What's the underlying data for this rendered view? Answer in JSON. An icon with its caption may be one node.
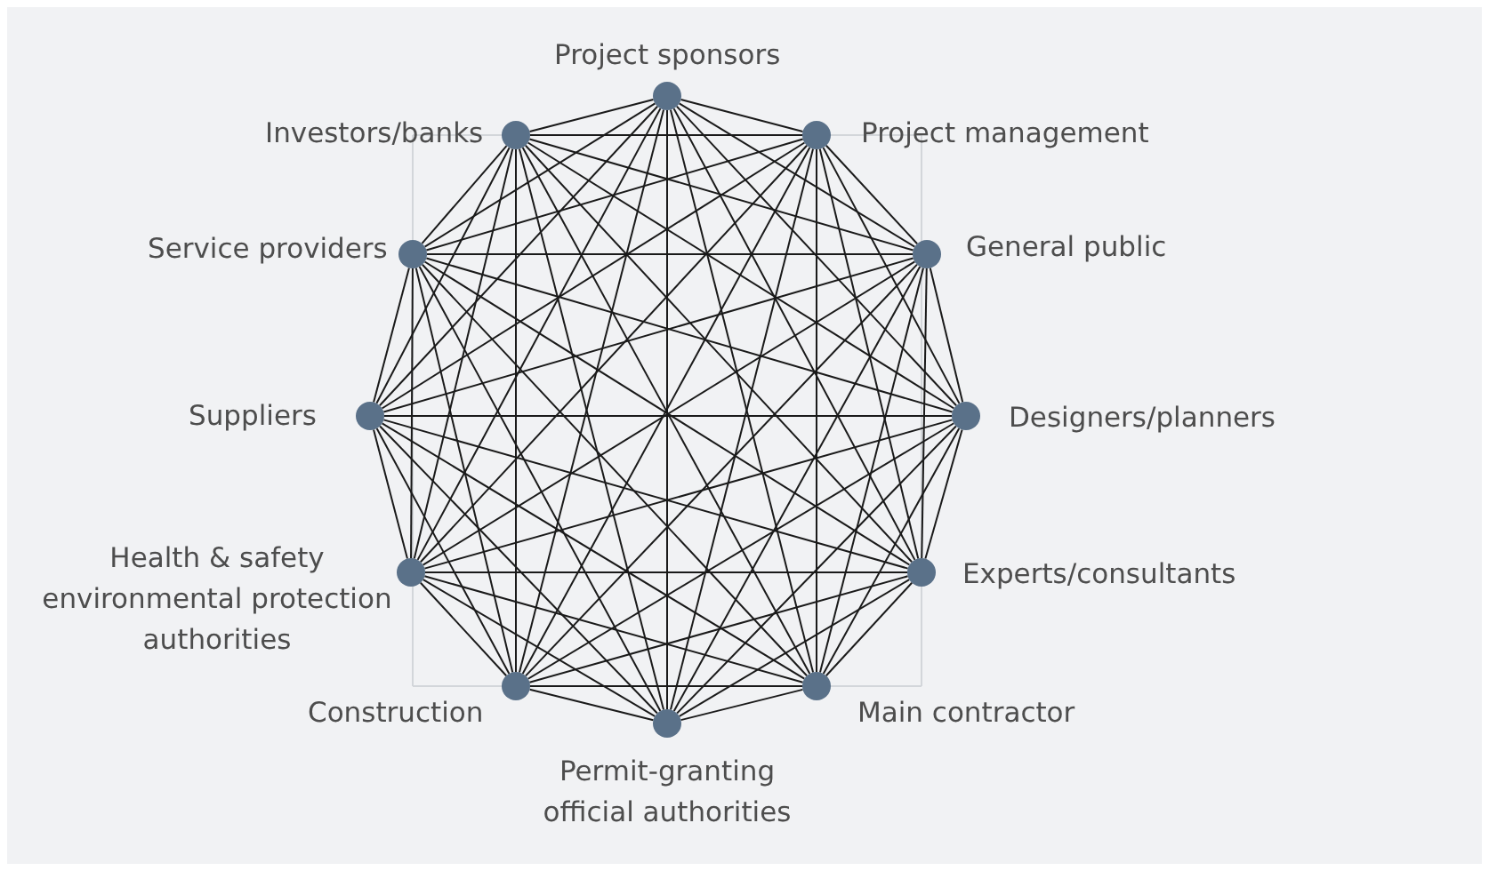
{
  "diagram": {
    "nodes": [
      {
        "text": [],
        "shape": "circle",
        "beside": [
          "Project sponsors"
        ]
      },
      {
        "text": [],
        "shape": "circle",
        "beside": [
          "Project management"
        ]
      },
      {
        "text": [],
        "shape": "circle",
        "beside": [
          "General public"
        ]
      },
      {
        "text": [],
        "shape": "circle",
        "beside": [
          "Designers/planners"
        ]
      },
      {
        "text": [],
        "shape": "circle",
        "beside": [
          "Experts/consultants"
        ]
      },
      {
        "text": [],
        "shape": "circle",
        "beside": [
          "Main contractor"
        ]
      },
      {
        "text": [],
        "shape": "circle",
        "beside": [
          "Permit-granting official authorities"
        ]
      },
      {
        "text": [],
        "shape": "circle",
        "beside": [
          "Construction"
        ]
      },
      {
        "text": [],
        "shape": "circle",
        "beside": [
          "Health & safety environmental protection authorities"
        ]
      },
      {
        "text": [],
        "shape": "circle",
        "beside": [
          "Suppliers"
        ]
      },
      {
        "text": [],
        "shape": "circle",
        "beside": [
          "Service providers"
        ]
      },
      {
        "text": [],
        "shape": "circle",
        "beside": [
          "Investors/banks"
        ]
      }
    ],
    "edges": [
      {
        "from": 0,
        "to": 1,
        "arrow": "none"
      },
      {
        "from": 0,
        "to": 2,
        "arrow": "none"
      },
      {
        "from": 0,
        "to": 3,
        "arrow": "none"
      },
      {
        "from": 0,
        "to": 4,
        "arrow": "none"
      },
      {
        "from": 0,
        "to": 5,
        "arrow": "none"
      },
      {
        "from": 0,
        "to": 6,
        "arrow": "none"
      },
      {
        "from": 0,
        "to": 7,
        "arrow": "none"
      },
      {
        "from": 0,
        "to": 8,
        "arrow": "none"
      },
      {
        "from": 0,
        "to": 9,
        "arrow": "none"
      },
      {
        "from": 0,
        "to": 10,
        "arrow": "none"
      },
      {
        "from": 0,
        "to": 11,
        "arrow": "none"
      },
      {
        "from": 1,
        "to": 2,
        "arrow": "none"
      },
      {
        "from": 1,
        "to": 3,
        "arrow": "none"
      },
      {
        "from": 1,
        "to": 4,
        "arrow": "none"
      },
      {
        "from": 1,
        "to": 5,
        "arrow": "none"
      },
      {
        "from": 1,
        "to": 6,
        "arrow": "none"
      },
      {
        "from": 1,
        "to": 7,
        "arrow": "none"
      },
      {
        "from": 1,
        "to": 8,
        "arrow": "none"
      },
      {
        "from": 1,
        "to": 9,
        "arrow": "none"
      },
      {
        "from": 1,
        "to": 10,
        "arrow": "none"
      },
      {
        "from": 1,
        "to": 11,
        "arrow": "none"
      },
      {
        "from": 2,
        "to": 3,
        "arrow": "none"
      },
      {
        "from": 2,
        "to": 4,
        "arrow": "none"
      },
      {
        "from": 2,
        "to": 5,
        "arrow": "none"
      },
      {
        "from": 2,
        "to": 6,
        "arrow": "none"
      },
      {
        "from": 2,
        "to": 7,
        "arrow": "none"
      },
      {
        "from": 2,
        "to": 8,
        "arrow": "none"
      },
      {
        "from": 2,
        "to": 9,
        "arrow": "none"
      },
      {
        "from": 2,
        "to": 10,
        "arrow": "none"
      },
      {
        "from": 2,
        "to": 11,
        "arrow": "none"
      },
      {
        "from": 3,
        "to": 4,
        "arrow": "none"
      },
      {
        "from": 3,
        "to": 5,
        "arrow": "none"
      },
      {
        "from": 3,
        "to": 6,
        "arrow": "none"
      },
      {
        "from": 3,
        "to": 7,
        "arrow": "none"
      },
      {
        "from": 3,
        "to": 8,
        "arrow": "none"
      },
      {
        "from": 3,
        "to": 9,
        "arrow": "none"
      },
      {
        "from": 3,
        "to": 10,
        "arrow": "none"
      },
      {
        "from": 3,
        "to": 11,
        "arrow": "none"
      },
      {
        "from": 4,
        "to": 5,
        "arrow": "none"
      },
      {
        "from": 4,
        "to": 6,
        "arrow": "none"
      },
      {
        "from": 4,
        "to": 7,
        "arrow": "none"
      },
      {
        "from": 4,
        "to": 8,
        "arrow": "none"
      },
      {
        "from": 4,
        "to": 9,
        "arrow": "none"
      },
      {
        "from": 4,
        "to": 10,
        "arrow": "none"
      },
      {
        "from": 4,
        "to": 11,
        "arrow": "none"
      },
      {
        "from": 5,
        "to": 6,
        "arrow": "none"
      },
      {
        "from": 5,
        "to": 7,
        "arrow": "none"
      },
      {
        "from": 5,
        "to": 8,
        "arrow": "none"
      },
      {
        "from": 5,
        "to": 9,
        "arrow": "none"
      },
      {
        "from": 5,
        "to": 10,
        "arrow": "none"
      },
      {
        "from": 5,
        "to": 11,
        "arrow": "none"
      },
      {
        "from": 6,
        "to": 7,
        "arrow": "none"
      },
      {
        "from": 6,
        "to": 8,
        "arrow": "none"
      },
      {
        "from": 6,
        "to": 9,
        "arrow": "none"
      },
      {
        "from": 6,
        "to": 10,
        "arrow": "none"
      },
      {
        "from": 6,
        "to": 11,
        "arrow": "none"
      },
      {
        "from": 7,
        "to": 8,
        "arrow": "none"
      },
      {
        "from": 7,
        "to": 9,
        "arrow": "none"
      },
      {
        "from": 7,
        "to": 10,
        "arrow": "none"
      },
      {
        "from": 7,
        "to": 11,
        "arrow": "none"
      },
      {
        "from": 8,
        "to": 9,
        "arrow": "none"
      },
      {
        "from": 8,
        "to": 10,
        "arrow": "none"
      },
      {
        "from": 8,
        "to": 11,
        "arrow": "none"
      },
      {
        "from": 9,
        "to": 10,
        "arrow": "none"
      },
      {
        "from": 9,
        "to": 11,
        "arrow": "none"
      },
      {
        "from": 10,
        "to": 11,
        "arrow": "none"
      }
    ]
  }
}
